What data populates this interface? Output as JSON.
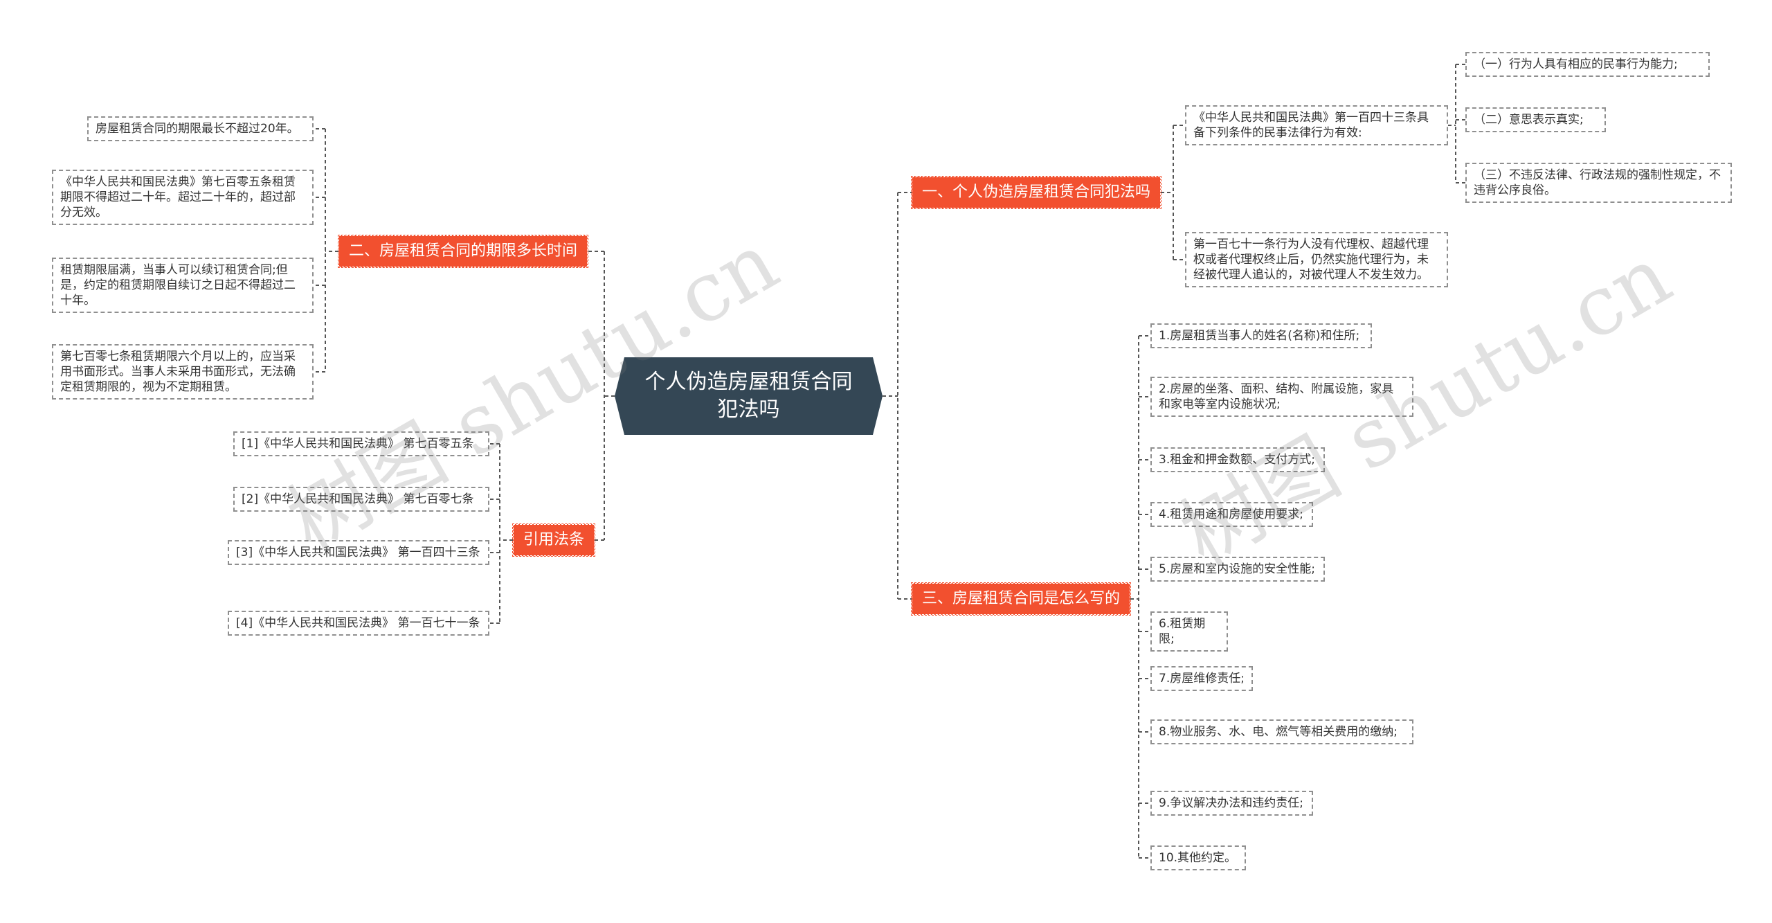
{
  "root": {
    "title": "个人伪造房屋租赁合同犯法吗"
  },
  "branches": {
    "b1": {
      "label": "一、个人伪造房屋租赁合同犯法吗"
    },
    "b2": {
      "label": "二、房屋租赁合同的期限多长时间"
    },
    "b3": {
      "label": "三、房屋租赁合同是怎么写的"
    },
    "b4": {
      "label": "引用法条"
    }
  },
  "leaves": {
    "b1_1": "《中华人民共和国民法典》第一百四十三条具备下列条件的民事法律行为有效:",
    "b1_1a": "（一）行为人具有相应的民事行为能力;",
    "b1_1b": "（二）意思表示真实;",
    "b1_1c": "（三）不违反法律、行政法规的强制性规定，不违背公序良俗。",
    "b1_2": "第一百七十一条行为人没有代理权、超越代理权或者代理权终止后，仍然实施代理行为，未经被代理人追认的，对被代理人不发生效力。",
    "b2_1": "房屋租赁合同的期限最长不超过20年。",
    "b2_2": "《中华人民共和国民法典》第七百零五条租赁期限不得超过二十年。超过二十年的，超过部分无效。",
    "b2_3": "租赁期限届满，当事人可以续订租赁合同;但是，约定的租赁期限自续订之日起不得超过二十年。",
    "b2_4": "第七百零七条租赁期限六个月以上的，应当采用书面形式。当事人未采用书面形式，无法确定租赁期限的，视为不定期租赁。",
    "b3_1": "1.房屋租赁当事人的姓名(名称)和住所;",
    "b3_2": "2.房屋的坐落、面积、结构、附属设施，家具和家电等室内设施状况;",
    "b3_3": "3.租金和押金数额、支付方式;",
    "b3_4": "4.租赁用途和房屋使用要求;",
    "b3_5": "5.房屋和室内设施的安全性能;",
    "b3_6": "6.租赁期限;",
    "b3_7": "7.房屋维修责任;",
    "b3_8": "8.物业服务、水、电、燃气等相关费用的缴纳;",
    "b3_9": "9.争议解决办法和违约责任;",
    "b3_10": "10.其他约定。",
    "b4_1": "[1]《中华人民共和国民法典》 第七百零五条",
    "b4_2": "[2]《中华人民共和国民法典》 第七百零七条",
    "b4_3": "[3]《中华人民共和国民法典》 第一百四十三条",
    "b4_4": "[4]《中华人民共和国民法典》 第一百七十一条"
  },
  "watermark": "树图 shutu.cn",
  "colors": {
    "root": "#344755",
    "branch": "#f2502f",
    "connector": "#555555",
    "leaf_border": "#8f8f8f"
  }
}
